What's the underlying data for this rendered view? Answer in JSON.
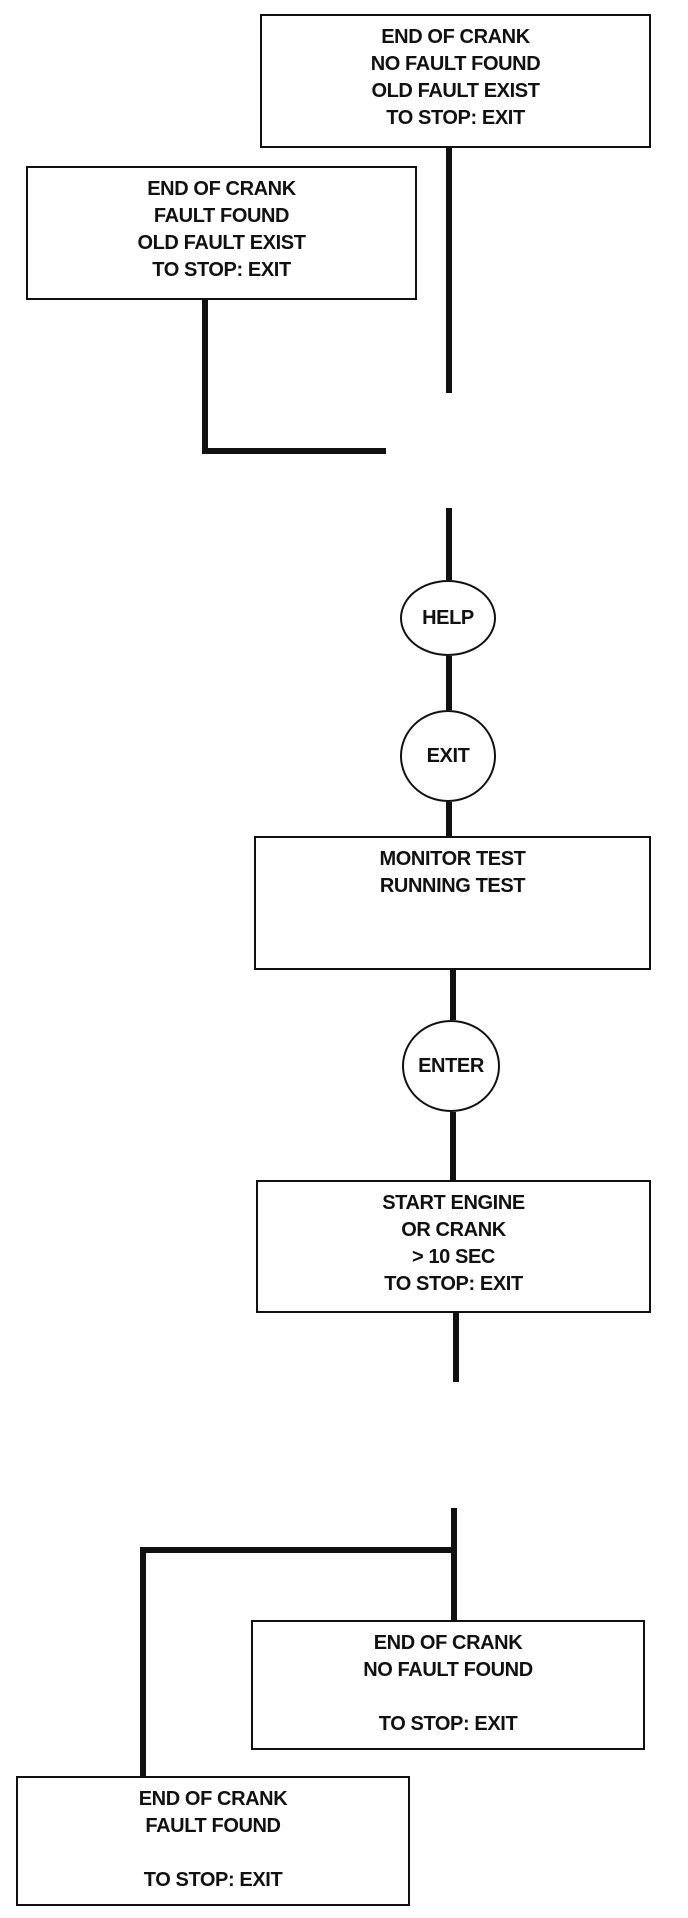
{
  "colors": {
    "line": "#111111",
    "box_fill": "#ffffff",
    "text": "#111111"
  },
  "boxes": {
    "crank_no_fault_old": [
      "END OF CRANK",
      "NO FAULT FOUND",
      "OLD FAULT EXIST",
      "TO STOP: EXIT"
    ],
    "crank_fault_old": [
      "END OF CRANK",
      "FAULT FOUND",
      "OLD FAULT EXIST",
      "TO STOP: EXIT"
    ],
    "monitor_test": [
      "MONITOR TEST",
      "RUNNING TEST",
      "",
      ""
    ],
    "start_engine": [
      "START ENGINE",
      "OR CRANK",
      "> 10 SEC",
      "TO STOP: EXIT"
    ],
    "crank_no_fault": [
      "END OF CRANK",
      "NO FAULT FOUND",
      "",
      "TO STOP: EXIT"
    ],
    "crank_fault": [
      "END OF CRANK",
      "FAULT FOUND",
      "",
      "TO STOP: EXIT"
    ]
  },
  "keys": {
    "help": "HELP",
    "exit": "EXIT",
    "enter": "ENTER"
  }
}
